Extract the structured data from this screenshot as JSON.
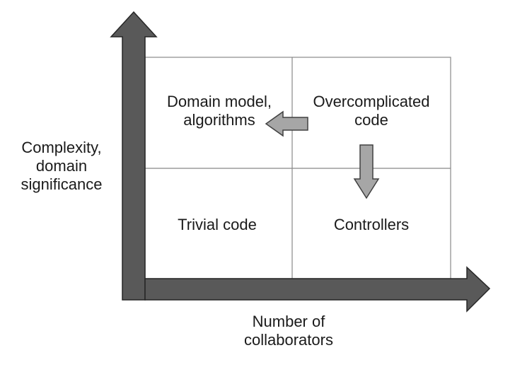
{
  "diagram": {
    "quadrants": {
      "top_left": [
        "Domain model,",
        "algorithms"
      ],
      "top_right": [
        "Overcomplicated",
        "code"
      ],
      "bottom_left": "Trivial code",
      "bottom_right": "Controllers"
    },
    "y_axis_label": [
      "Complexity,",
      "domain",
      "significance"
    ],
    "x_axis_label": [
      "Number of",
      "collaborators"
    ]
  },
  "colors": {
    "axis_fill": "#595959",
    "axis_stroke": "#262626",
    "small_arrow_fill": "#a6a6a6",
    "small_arrow_stroke": "#404040",
    "grid_line": "#888888"
  }
}
